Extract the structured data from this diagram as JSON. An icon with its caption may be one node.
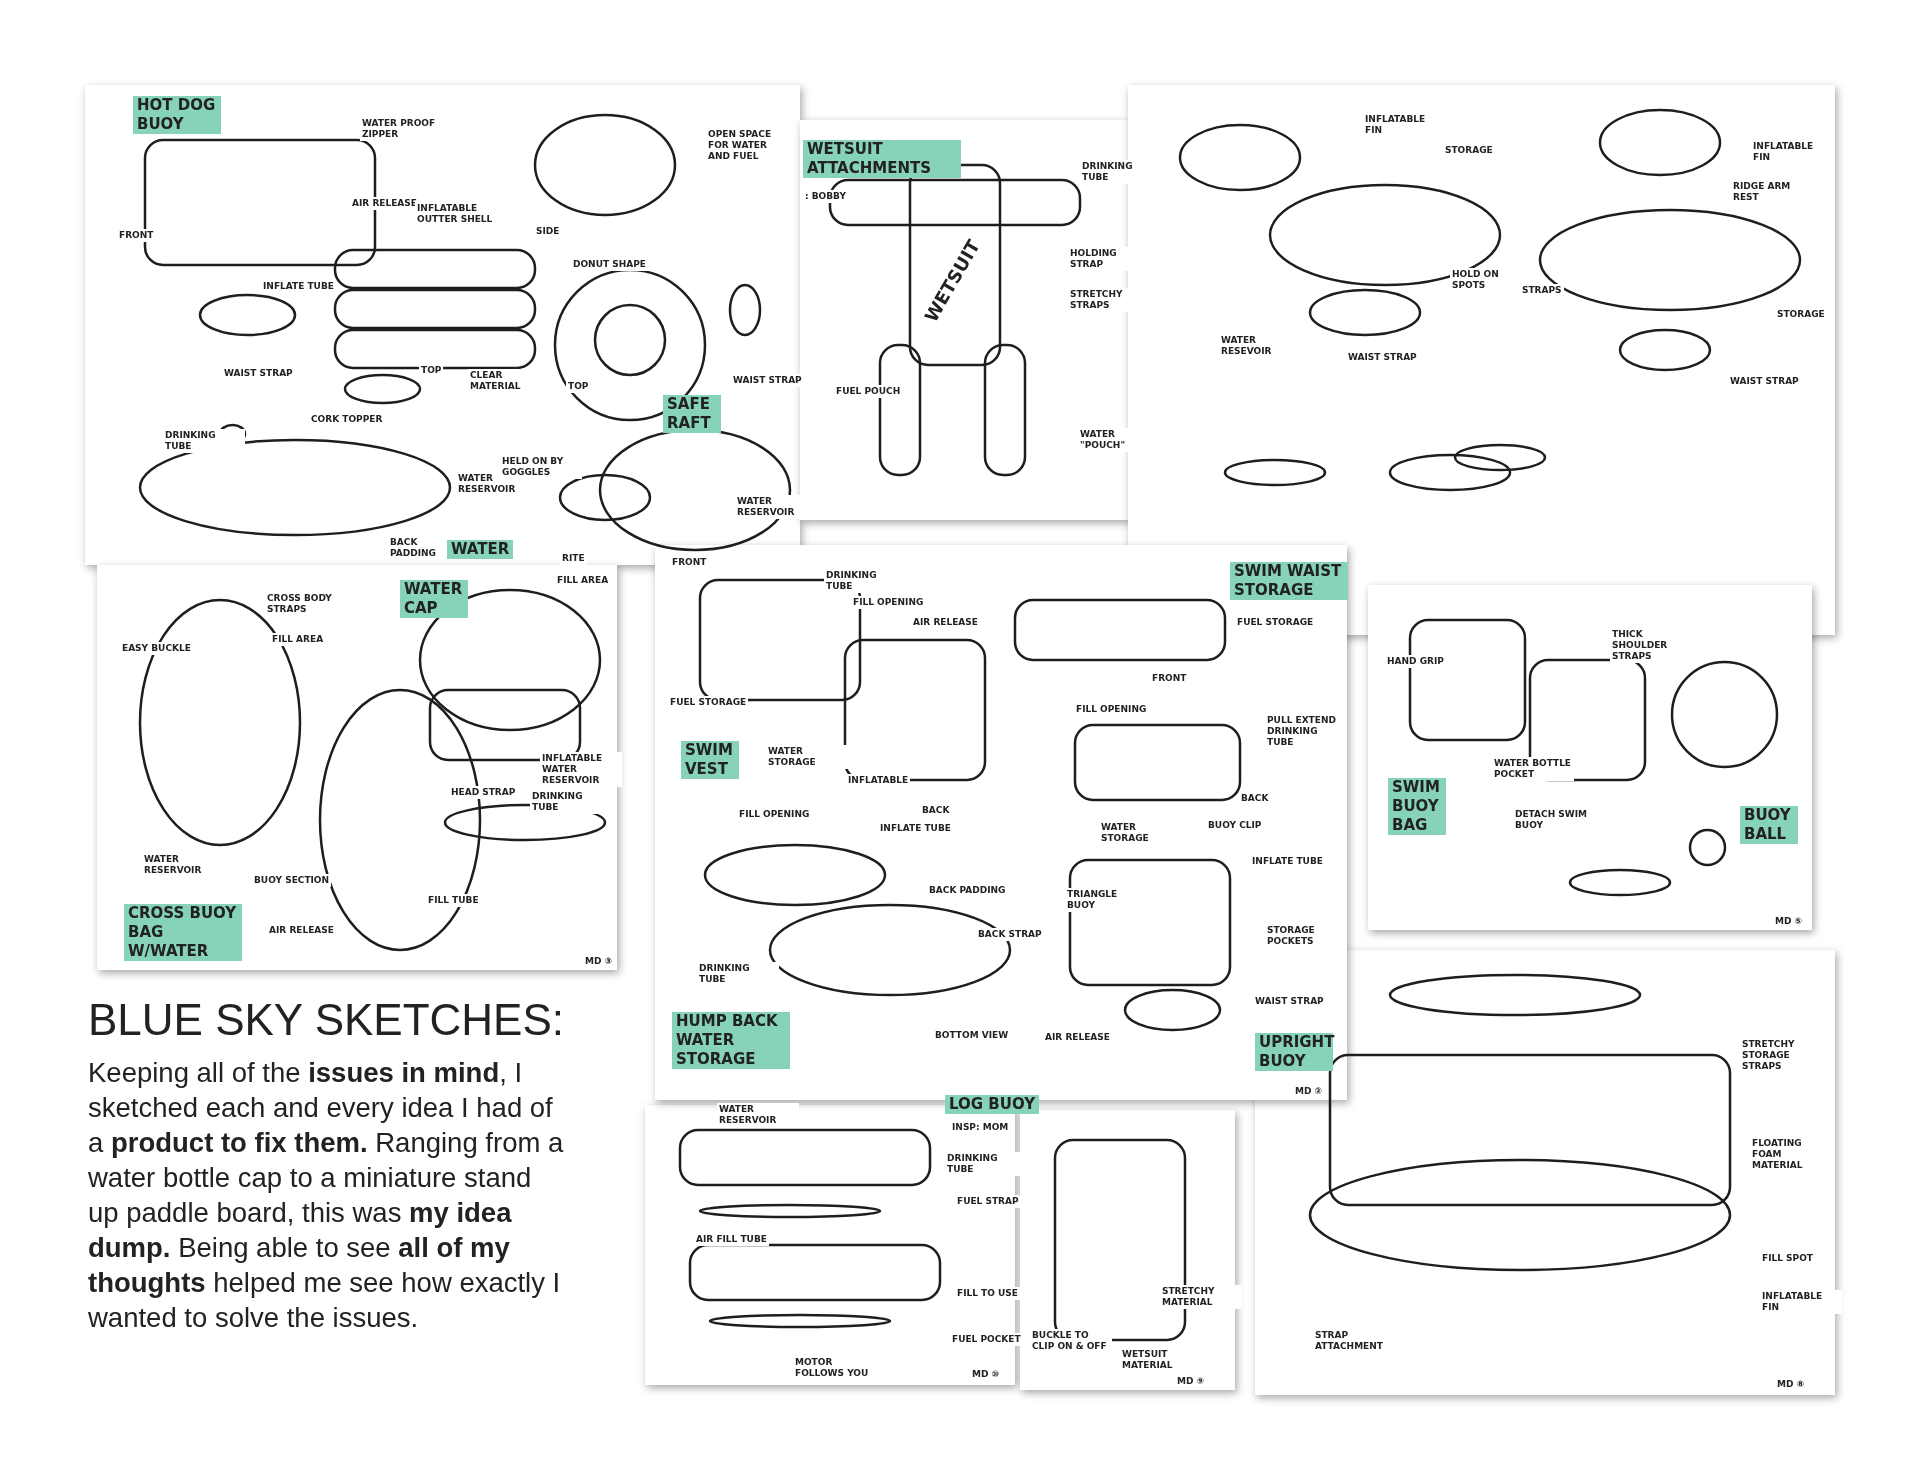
{
  "diagram": {
    "title": "BLUE SKY SKETCHES:",
    "labels": [
      "HOT DOG BUOY",
      "WATER PROOF ZIPPER",
      "AIR RELEASE",
      "INFLATABLE OUTTER SHELL",
      "FRONT",
      "INFLATE TUBE",
      "WAIST STRAP",
      "TOP",
      "CLEAR MATERIAL",
      "OPEN SPACE FOR WATER AND FUEL",
      "SIDE",
      "DONUT SHAPE",
      "TOP",
      "WAIST STRAP",
      "SAFE RAFT",
      "CORK TOPPER",
      "DRINKING TUBE",
      "WATER RESERVOIR",
      "HELD ON BY GOGGLES",
      "WATER RESERVOIR",
      "BACK PADDING",
      "WATER",
      "RITE",
      "WETSUIT ATTACHMENTS",
      ": BOBBY",
      "DRINKING TUBE",
      "WETSUIT",
      "HOLDING STRAP",
      "STRETCHY STRAPS",
      "FUEL POUCH",
      "WATER \"POUCH\"",
      "INFLATABLE FIN",
      "STORAGE",
      "HOLD ON SPOTS",
      "WATER RESEVOIR",
      "WAIST STRAP",
      "INFLATABLE FIN",
      "RIDGE ARM REST",
      "STRAPS",
      "STORAGE",
      "WAIST STRAP",
      "WATER CAP",
      "CROSS BODY STRAPS",
      "FILL AREA",
      "EASY BUCKLE",
      "FILL AREA",
      "INFLATABLE WATER RESERVOIR",
      "HEAD STRAP",
      "DRINKING TUBE",
      "WATER RESERVOIR",
      "BUOY SECTION",
      "FILL TUBE",
      "CROSS BUOY BAG W/WATER",
      "AIR RELEASE",
      "MD ③",
      "FRONT",
      "DRINKING TUBE",
      "FILL OPENING",
      "AIR RELEASE",
      "SWIM WAIST STORAGE",
      "FUEL STORAGE",
      "FUEL STORAGE",
      "FRONT",
      "FILL OPENING",
      "PULL EXTEND DRINKING TUBE",
      "SWIM VEST",
      "WATER STORAGE",
      "INFLATABLE",
      "BACK",
      "FILL OPENING",
      "BACK",
      "INFLATE TUBE",
      "WATER STORAGE",
      "BUOY CLIP",
      "INFLATE TUBE",
      "BACK PADDING",
      "TRIANGLE BUOY",
      "BACK STRAP",
      "STORAGE POCKETS",
      "DRINKING TUBE",
      "WAIST STRAP",
      "HUMP BACK WATER STORAGE",
      "BOTTOM VIEW",
      "AIR RELEASE",
      "UPRIGHT BUOY",
      "MD ②",
      "HAND GRIP",
      "THICK SHOULDER STRAPS",
      "WATER BOTTLE POCKET",
      "SWIM BUOY BAG",
      "DETACH SWIM BUOY",
      "BUOY BALL",
      "MD ⑤",
      "WATER RESERVOIR",
      "LOG BUOY",
      "INSP: MOM",
      "DRINKING TUBE",
      "FUEL STRAP",
      "AIR FILL TUBE",
      "FILL TO USE",
      "FUEL POCKET",
      "MOTOR FOLLOWS YOU",
      "MD ⑩",
      "BUCKLE TO CLIP ON & OFF",
      "STRETCHY MATERIAL",
      "WETSUIT MATERIAL",
      "MD ⑨",
      "STRETCHY STORAGE STRAPS",
      "FLOATING FOAM MATERIAL",
      "FILL SPOT",
      "INFLATABLE FIN",
      "STRAP ATTACHMENT",
      "MD ⑧",
      "Keeping all of the **issues in mind**, I sketched each and every idea I had of a **product to fix them.** Ranging from a water bottle cap to a miniature stand up paddle board, this was **my idea dump.** Being able to see **all of my thoughts** helped me see how exactly I wanted to solve the issues."
    ]
  }
}
